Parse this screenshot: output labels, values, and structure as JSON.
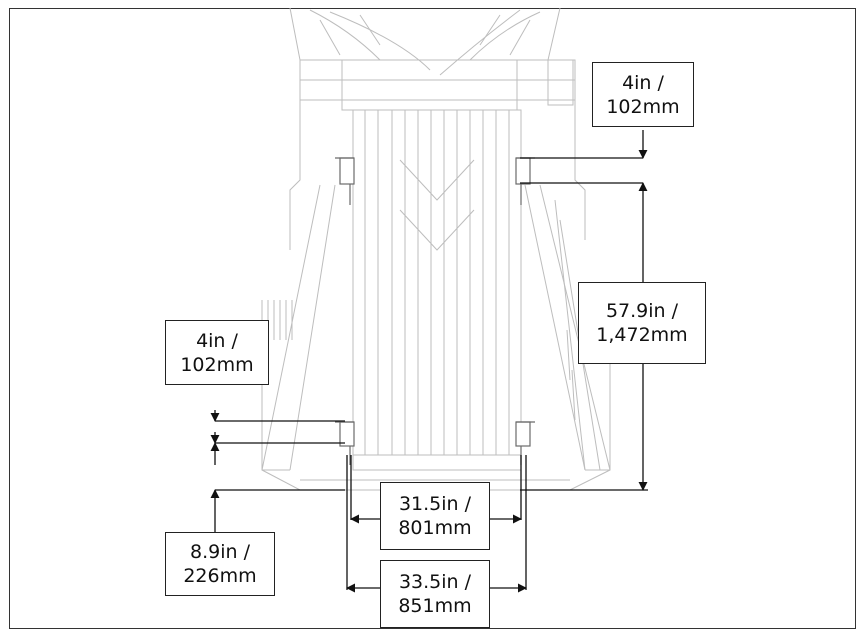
{
  "labels": {
    "top_gap": {
      "line1": "4in /",
      "line2": "102mm"
    },
    "vertical_span": {
      "line1": "57.9in /",
      "line2": "1,472mm"
    },
    "left_gap": {
      "line1": "4in /",
      "line2": "102mm"
    },
    "bottom_height": {
      "line1": "8.9in /",
      "line2": "226mm"
    },
    "inner_width": {
      "line1": "31.5in /",
      "line2": "801mm"
    },
    "outer_width": {
      "line1": "33.5in /",
      "line2": "851mm"
    }
  },
  "colors": {
    "line": "#1a1a1a",
    "machine": "#b8b8b8",
    "machine_dark": "#8c8c8c"
  }
}
